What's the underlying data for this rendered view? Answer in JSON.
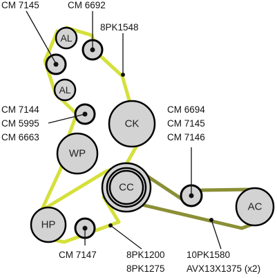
{
  "pulleys": {
    "al_top": "AL",
    "al_mid": "AL",
    "ck": "CK",
    "wp": "WP",
    "cc": "CC",
    "hp": "HP",
    "ac": "AC"
  },
  "labels": {
    "top_left": "CM 7145",
    "top_mid": "CM 6692",
    "belt_main_top": "8PK1548",
    "left_group": [
      "CM 7144",
      "CM 5995",
      "CM 6663"
    ],
    "right_group": [
      "CM 6694",
      "CM 7145",
      "CM 7146"
    ],
    "bottom_left": "CM 7147",
    "belt_main_bottom": [
      "8PK1200",
      "8PK1275"
    ],
    "belt_ac": [
      "10PK1580",
      "AVX13X1375 (x2)"
    ]
  },
  "colors": {
    "main_belt": "#d5e03b",
    "ac_belt": "#8b8f36",
    "pulley_fill": "#d3d3d3"
  }
}
